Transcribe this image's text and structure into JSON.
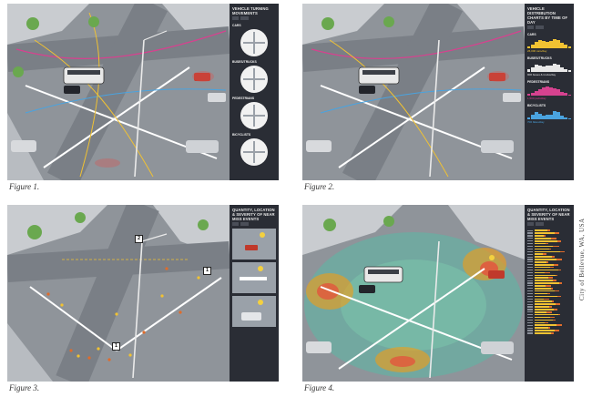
{
  "figures": [
    {
      "caption": "Figure 1.",
      "panel": {
        "title": "Vehicle Turning Movements",
        "sections": [
          "CARS",
          "BUSES/TRUCKS",
          "PEDESTRIANS",
          "BICYCLISTS"
        ]
      }
    },
    {
      "caption": "Figure 2.",
      "panel": {
        "title": "Vehicle Distribution Charts by Time of Day",
        "sections": [
          "CARS",
          "BUSES/TRUCKS",
          "PEDESTRIANS",
          "BICYCLISTS"
        ],
        "notes": [
          "26,000 cars/day",
          "900 buses & trucks/day",
          "1,500 peds/day",
          "700 bikes/day"
        ]
      }
    },
    {
      "caption": "Figure 3.",
      "panel": {
        "title": "Quantity, Location & Severity of Near Miss Events"
      },
      "markers": [
        "1",
        "2",
        "1"
      ]
    },
    {
      "caption": "Figure 4.",
      "panel": {
        "title": "Quantity, Location & Severity of Near Miss Events"
      }
    }
  ],
  "credit": "City of Bellevue, WA, USA",
  "colors": {
    "panel_bg": "#2a2d35",
    "cars": "#f1c232",
    "buses": "#e8e8e8",
    "peds": "#d6428f",
    "bikes": "#4aa3df",
    "road": "#8f949a"
  }
}
